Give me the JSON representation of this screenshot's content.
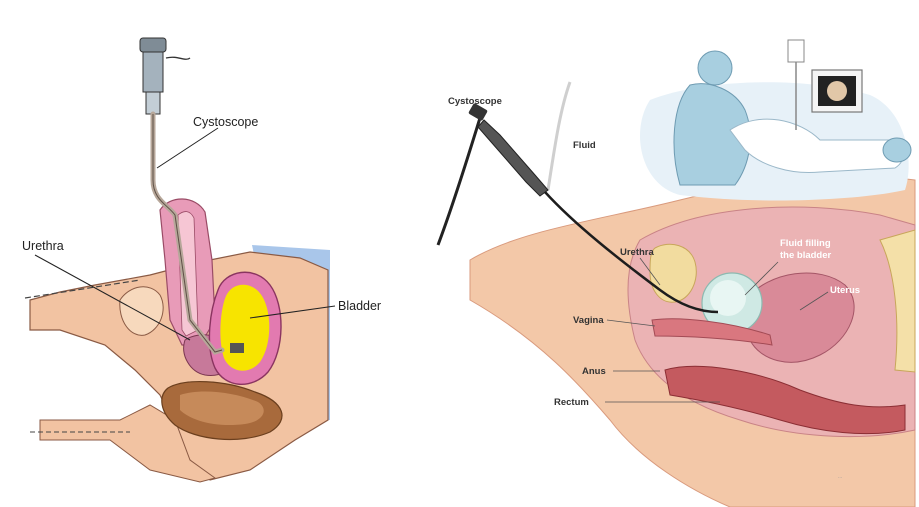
{
  "left_diagram": {
    "labels": {
      "cystoscope": "Cystoscope",
      "urethra": "Urethra",
      "bladder": "Bladder"
    }
  },
  "right_diagram": {
    "labels": {
      "cystoscope": "Cystoscope",
      "fluid": "Fluid",
      "urethra": "Urethra",
      "fluid_filling_line1": "Fluid filling",
      "fluid_filling_line2": "the bladder",
      "uterus": "Uterus",
      "vagina": "Vagina",
      "anus": "Anus",
      "rectum": "Rectum"
    }
  },
  "colors": {
    "skin": "#f2c3a2",
    "skin_dark": "#d99a7d",
    "bladder_fill": "#f7e400",
    "bladder_wall": "#e27ab0",
    "blue_region": "#a9c6ea",
    "rectum": "#a86a3c",
    "scrubs": "#a8cfe0",
    "pelvis_pink": "#e8a7a8"
  }
}
